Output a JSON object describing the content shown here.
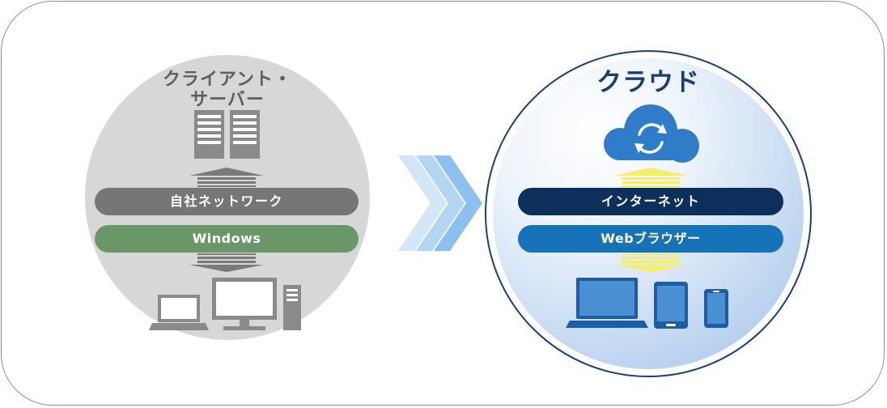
{
  "left": {
    "title_line1": "クライアント・",
    "title_line2": "サーバー",
    "network_label": "自社ネットワーク",
    "os_label": "Windows"
  },
  "right": {
    "title": "クラウド",
    "internet_label": "インターネット",
    "browser_label": "Webブラウザー"
  },
  "colors": {
    "left_circle": "#d7d7d7",
    "network_pill": "#767676",
    "windows_pill": "#6a9768",
    "internet_pill": "#0d2f5c",
    "browser_pill": "#1673b7",
    "cloud": "#2f7cc9",
    "device_blue": "#3f82c6",
    "arrow_yellow": "#f4ee6a",
    "chevron_blue": "#8fc3ef"
  },
  "icons": {
    "left_top": "server-rack-icon",
    "left_bottom": [
      "laptop-icon",
      "desktop-monitor-icon",
      "pc-tower-icon"
    ],
    "right_top": "cloud-sync-icon",
    "right_bottom": [
      "laptop-icon",
      "tablet-icon",
      "smartphone-icon"
    ],
    "transition": "chevron-right-icon"
  }
}
